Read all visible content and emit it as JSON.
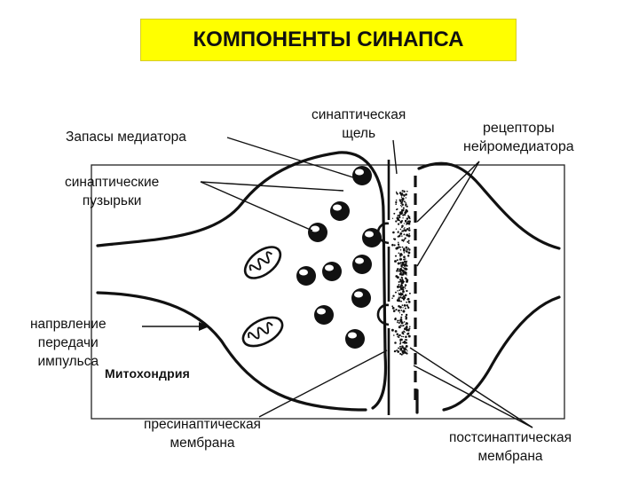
{
  "title": "КОМПОНЕНТЫ СИНАПСА",
  "colors": {
    "title_bg": "#ffff00",
    "ink": "#111111",
    "vesicle": "#111111"
  },
  "labels": {
    "mediator_stores": "Запасы медиатора",
    "synaptic_cleft": [
      "синаптическая",
      "щель"
    ],
    "receptors": [
      "рецепторы",
      "нейромедиатора"
    ],
    "vesicles": [
      "синаптические",
      "пузырьки"
    ],
    "direction": [
      "напрвление",
      "передачи",
      "импульса"
    ],
    "mitochondria": "Митохондрия",
    "presynaptic": [
      "пресинаптическая",
      "мембрана"
    ],
    "postsynaptic": [
      "постсинаптическая",
      "мембрана"
    ]
  }
}
